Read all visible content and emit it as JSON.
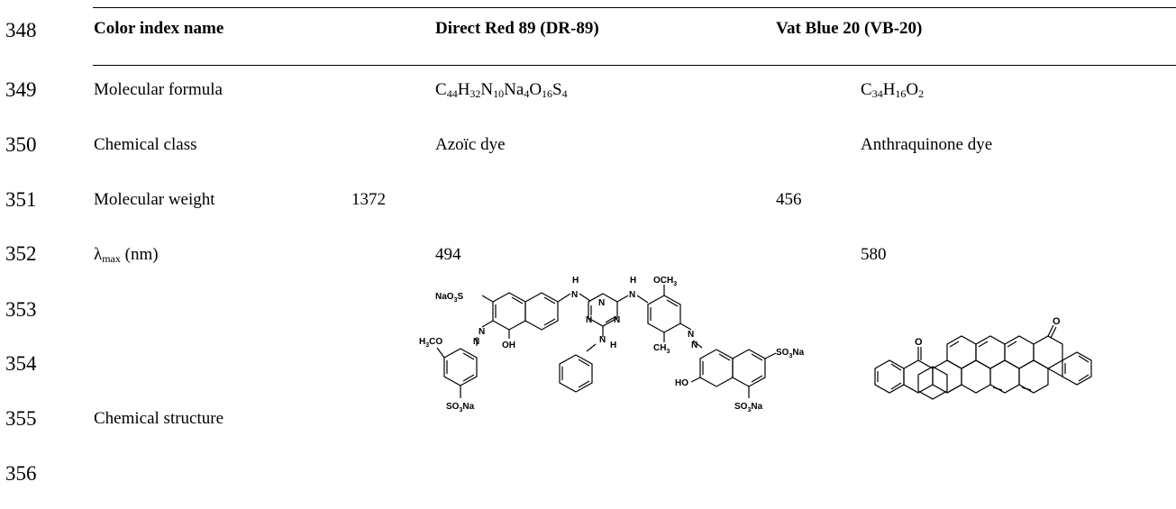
{
  "line_numbers": [
    "348",
    "349",
    "350",
    "351",
    "352",
    "353",
    "354",
    "355",
    "356"
  ],
  "header": {
    "col1": "Color index name",
    "col2": "Direct Red 89 (DR-89)",
    "col3": "Vat Blue 20 (VB-20)"
  },
  "rows": {
    "formula": {
      "label": "Molecular formula",
      "dr89": [
        [
          "C",
          "44"
        ],
        [
          "H",
          "32"
        ],
        [
          "N",
          "10"
        ],
        [
          "Na",
          "4"
        ],
        [
          "O",
          "16"
        ],
        [
          "S",
          "4"
        ]
      ],
      "vb20": [
        [
          "C",
          "34"
        ],
        [
          "H",
          "16"
        ],
        [
          "O",
          "2"
        ]
      ]
    },
    "class": {
      "label": "Chemical class",
      "dr89": "Azoïc dye",
      "vb20": "Anthraquinone dye"
    },
    "weight": {
      "label": "Molecular weight",
      "dr89": "1372",
      "vb20": "456"
    },
    "lambda": {
      "label_symbol": "λ",
      "label_sub": "max",
      "label_rest": " (nm)",
      "dr89": "494",
      "vb20": "580"
    },
    "structure": {
      "label": "Chemical structure"
    }
  },
  "structure_labels": {
    "dr89": {
      "h1": "H",
      "h2": "H",
      "och3": "OCH",
      "och3_sub": "3",
      "naso3": "NaO",
      "naso3_sub": "3",
      "naso3_tail": "S",
      "h3co": "H",
      "h3co_sub": "3",
      "h3co_tail": "CO",
      "oh1": "OH",
      "nh": "N",
      "nh_h": "H",
      "ch3": "CH",
      "ch3_sub": "3",
      "so3na_right": "SO",
      "so3na_right_sub": "3",
      "so3na_right_tail": "Na",
      "ho": "HO",
      "so3na_left": "SO",
      "so3na_left_sub": "3",
      "so3na_left_tail": "Na",
      "so3na_bottom": "SO",
      "so3na_bottom_sub": "3",
      "so3na_bottom_tail": "Na",
      "n": "N",
      "eq": "="
    },
    "vb20": {
      "o1": "O",
      "o2": "O"
    }
  }
}
